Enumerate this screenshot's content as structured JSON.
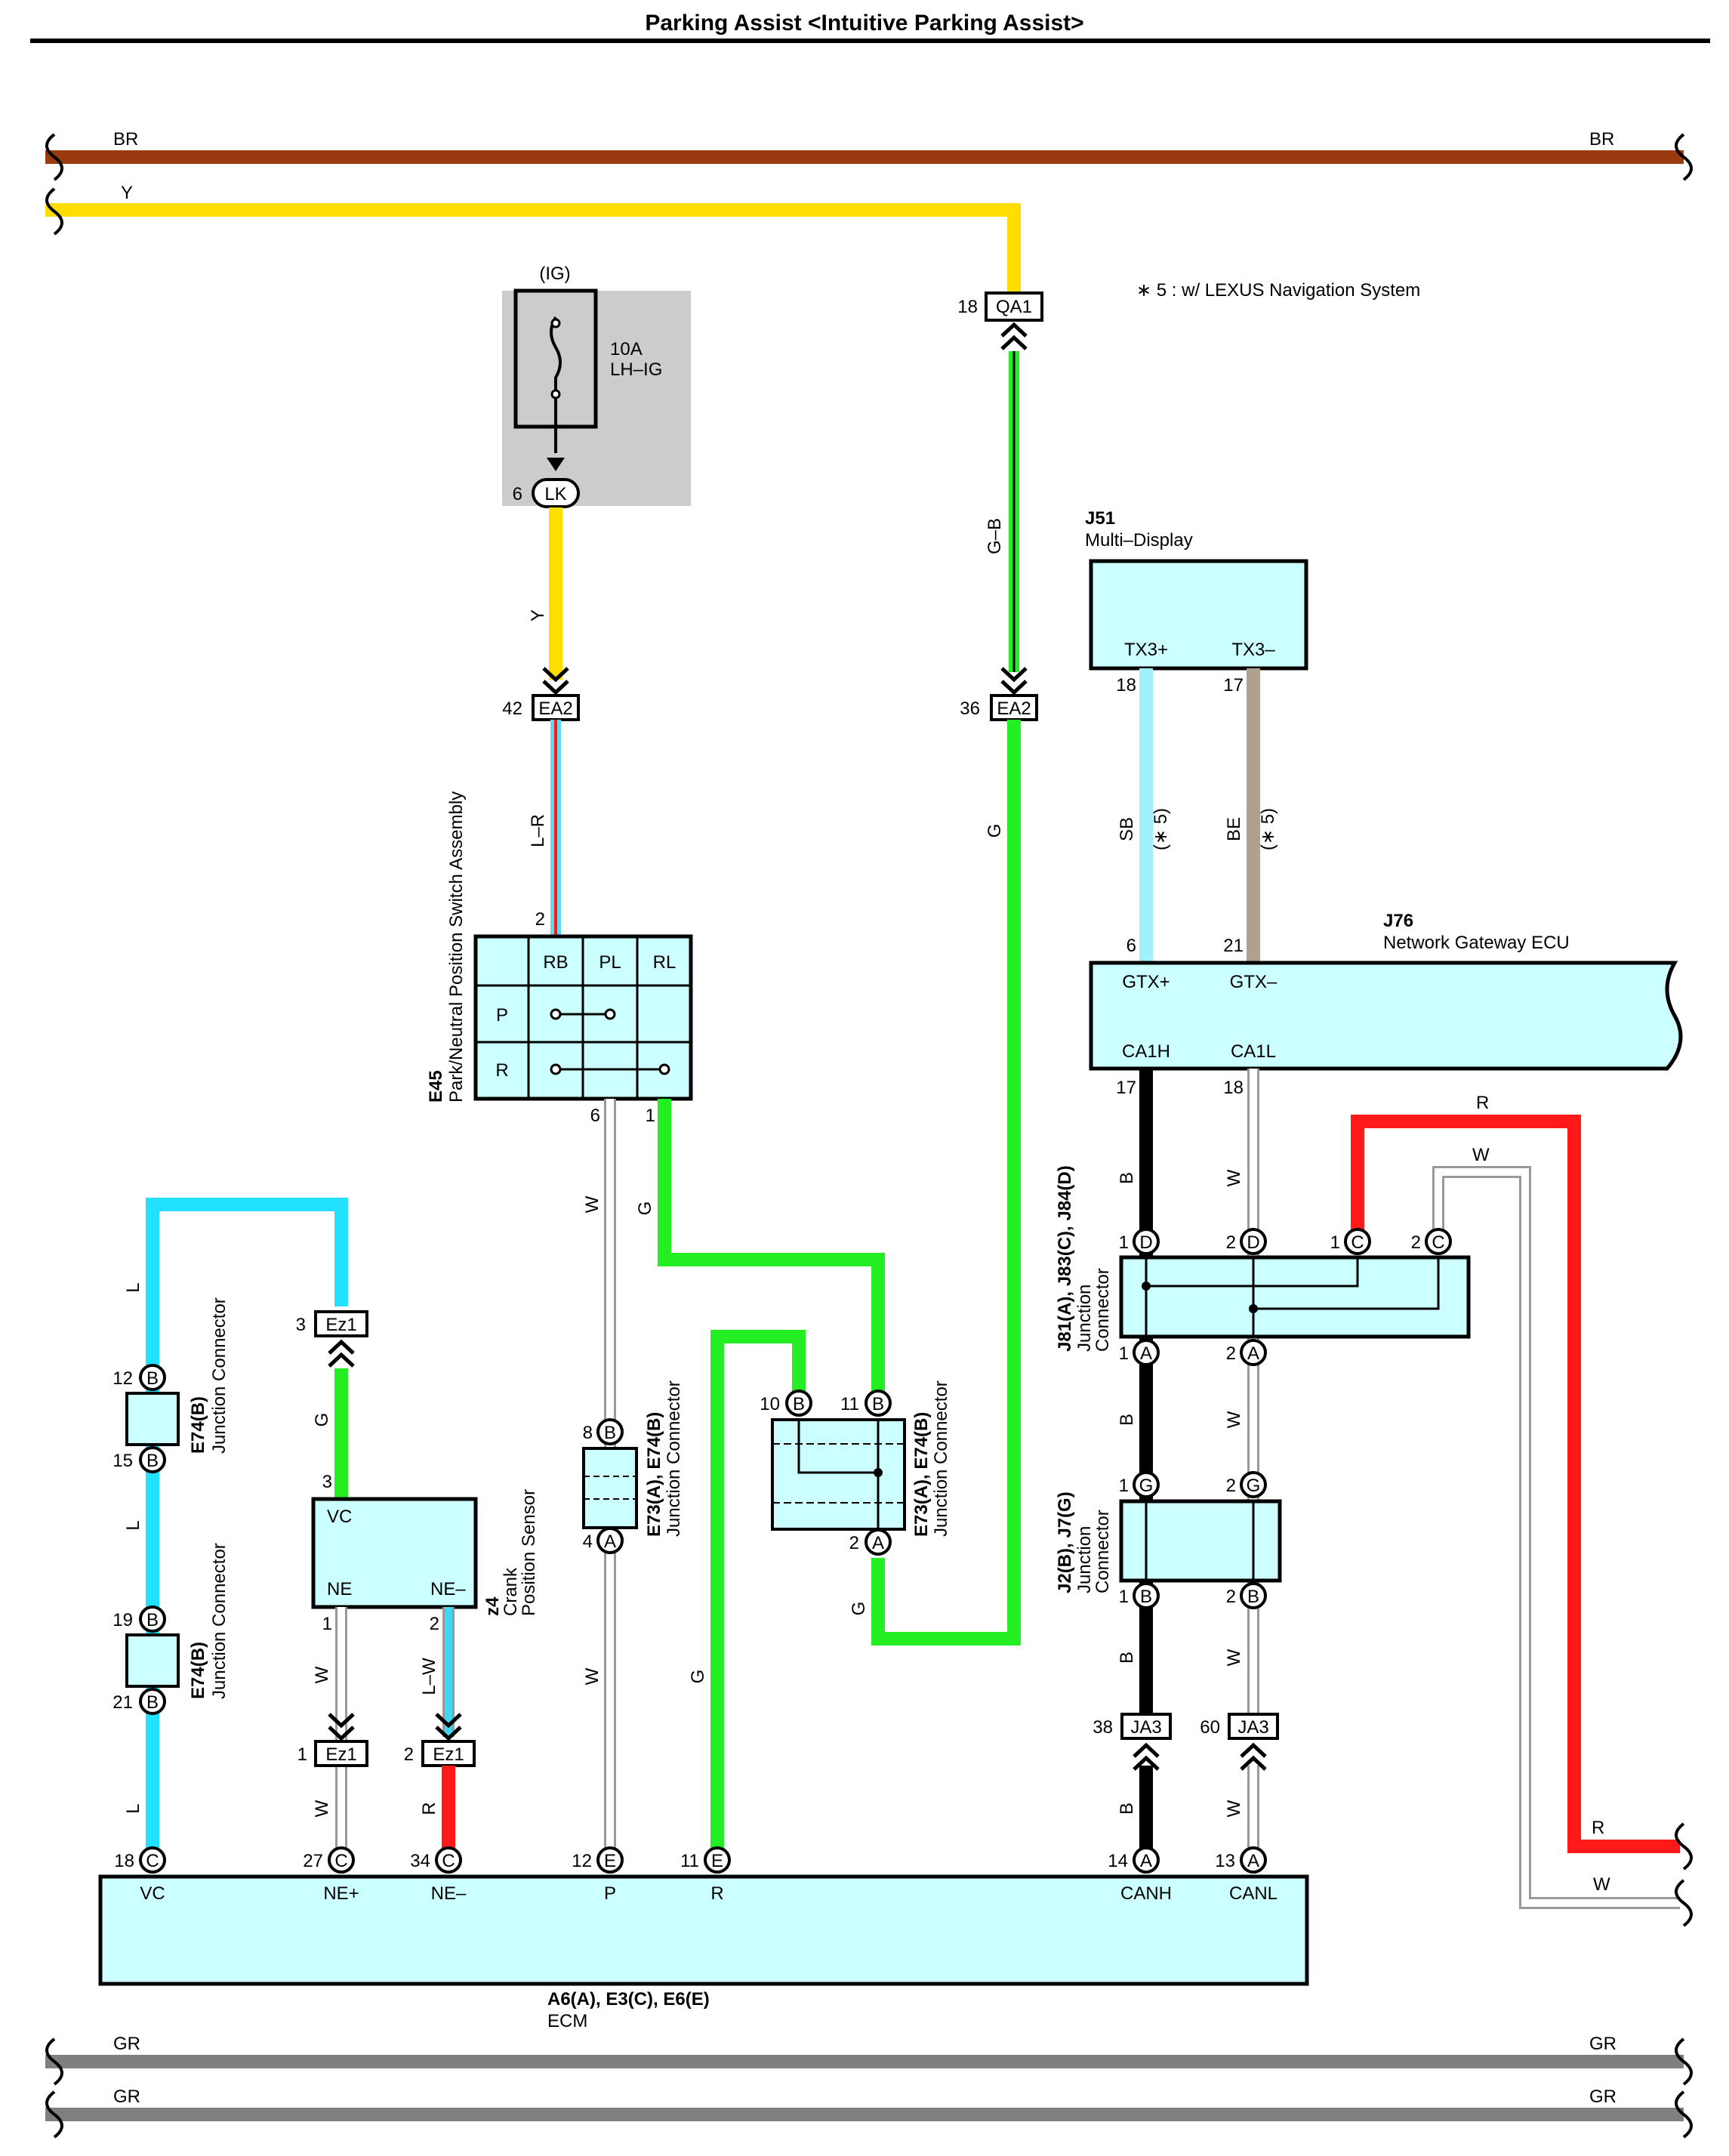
{
  "title": "Parking Assist <Intuitive Parking Assist>",
  "note": "∗ 5 : w/ LEXUS Navigation System",
  "colors": {
    "BR": "#9a3a10",
    "Y": "#ffdd00",
    "G": "#22ee22",
    "GB": "#22ee22",
    "L": "#22e0ff",
    "SB": "#a0f0ff",
    "BE": "#b0a090",
    "R": "#ff1a1a",
    "B": "#000000",
    "W": "#ffffff",
    "GR": "#7f7f7f",
    "LR": "#60d8f0",
    "LW": "#40d8f0",
    "box_fill": "#ccffff",
    "fuse_bg": "#cccccc"
  },
  "bus": {
    "br": "BR",
    "y": "Y",
    "gr1": "GR",
    "gr2": "GR"
  },
  "fuse": {
    "source": "(IG)",
    "rating": "10A",
    "name": "LH–IG",
    "pin": "6",
    "conn": "LK"
  },
  "connectors": {
    "qa1": {
      "pin": "18",
      "name": "QA1"
    },
    "ea2_left": {
      "pin": "42",
      "name": "EA2"
    },
    "ea2_right": {
      "pin": "36",
      "name": "EA2"
    },
    "ez1_top": {
      "pin": "3",
      "name": "Ez1"
    },
    "ez1_a": {
      "pin": "1",
      "name": "Ez1"
    },
    "ez1_b": {
      "pin": "2",
      "name": "Ez1"
    },
    "ja3_a": {
      "pin": "38",
      "name": "JA3"
    },
    "ja3_b": {
      "pin": "60",
      "name": "JA3"
    }
  },
  "wires": {
    "y": "Y",
    "gb": "G–B",
    "lr": "L–R",
    "g": "G",
    "sb": "SB",
    "be": "BE",
    "star5": "(∗ 5)",
    "w": "W",
    "l": "L",
    "lw": "L–W",
    "r": "R",
    "b": "B"
  },
  "j51": {
    "code": "J51",
    "name": "Multi–Display",
    "tx_p": "TX3+",
    "tx_n": "TX3–",
    "pin_p": "18",
    "pin_n": "17"
  },
  "j76": {
    "code": "J76",
    "name": "Network Gateway ECU",
    "gtx_p": "GTX+",
    "gtx_n": "GTX–",
    "ca_h": "CA1H",
    "ca_l": "CA1L",
    "pin_gtx_p": "6",
    "pin_gtx_n": "21",
    "pin_ca_h": "17",
    "pin_ca_l": "18"
  },
  "e45": {
    "code": "E45",
    "name": "Park/Neutral Position Switch Assembly",
    "col_rb": "RB",
    "col_pl": "PL",
    "col_rl": "RL",
    "row_p": "P",
    "row_r": "R",
    "pin_top": "2",
    "pin_w": "6",
    "pin_g": "1"
  },
  "junctions": {
    "e74_1": {
      "code": "E74(B)",
      "name": "Junction Connector",
      "pin_top": "12",
      "pin_bot": "15",
      "letter": "B"
    },
    "e74_2": {
      "code": "E74(B)",
      "name": "Junction Connector",
      "pin_top": "19",
      "pin_bot": "21",
      "letter": "B"
    },
    "e73_small": {
      "code": "E73(A), E74(B)",
      "name": "Junction Connector",
      "pin_top": "8",
      "pin_bot": "4",
      "letter_top": "B",
      "letter_bot": "A"
    },
    "e73_big": {
      "code": "E73(A), E74(B)",
      "name": "Junction Connector",
      "pin_a": "10",
      "pin_b": "11",
      "pin_bot": "2",
      "letter_top": "B",
      "letter_bot": "A"
    },
    "j81": {
      "code": "J81(A), J83(C), J84(D)",
      "name1": "Junction",
      "name2": "Connector",
      "pin_d1": "1",
      "pin_d2": "2",
      "pin_c1": "1",
      "pin_c2": "2",
      "pin_a1": "1",
      "pin_a2": "2"
    },
    "j2": {
      "code": "J2(B), J7(G)",
      "name1": "Junction",
      "name2": "Connector",
      "pin_g1": "1",
      "pin_g2": "2",
      "pin_b1": "1",
      "pin_b2": "2"
    }
  },
  "z4": {
    "code": "z4",
    "name1": "Crank",
    "name2": "Position Sensor",
    "vc": "VC",
    "ne_p": "NE",
    "ne_n": "NE–",
    "pin_vc": "3",
    "pin_ne": "1",
    "pin_nen": "2"
  },
  "ecm": {
    "code": "A6(A), E3(C), E6(E)",
    "name": "ECM",
    "terms": [
      {
        "pin": "18",
        "letter": "C",
        "name": "VC"
      },
      {
        "pin": "27",
        "letter": "C",
        "name": "NE+"
      },
      {
        "pin": "34",
        "letter": "C",
        "name": "NE–"
      },
      {
        "pin": "12",
        "letter": "E",
        "name": "P"
      },
      {
        "pin": "11",
        "letter": "E",
        "name": "R"
      },
      {
        "pin": "14",
        "letter": "A",
        "name": "CANH"
      },
      {
        "pin": "13",
        "letter": "A",
        "name": "CANL"
      }
    ]
  }
}
